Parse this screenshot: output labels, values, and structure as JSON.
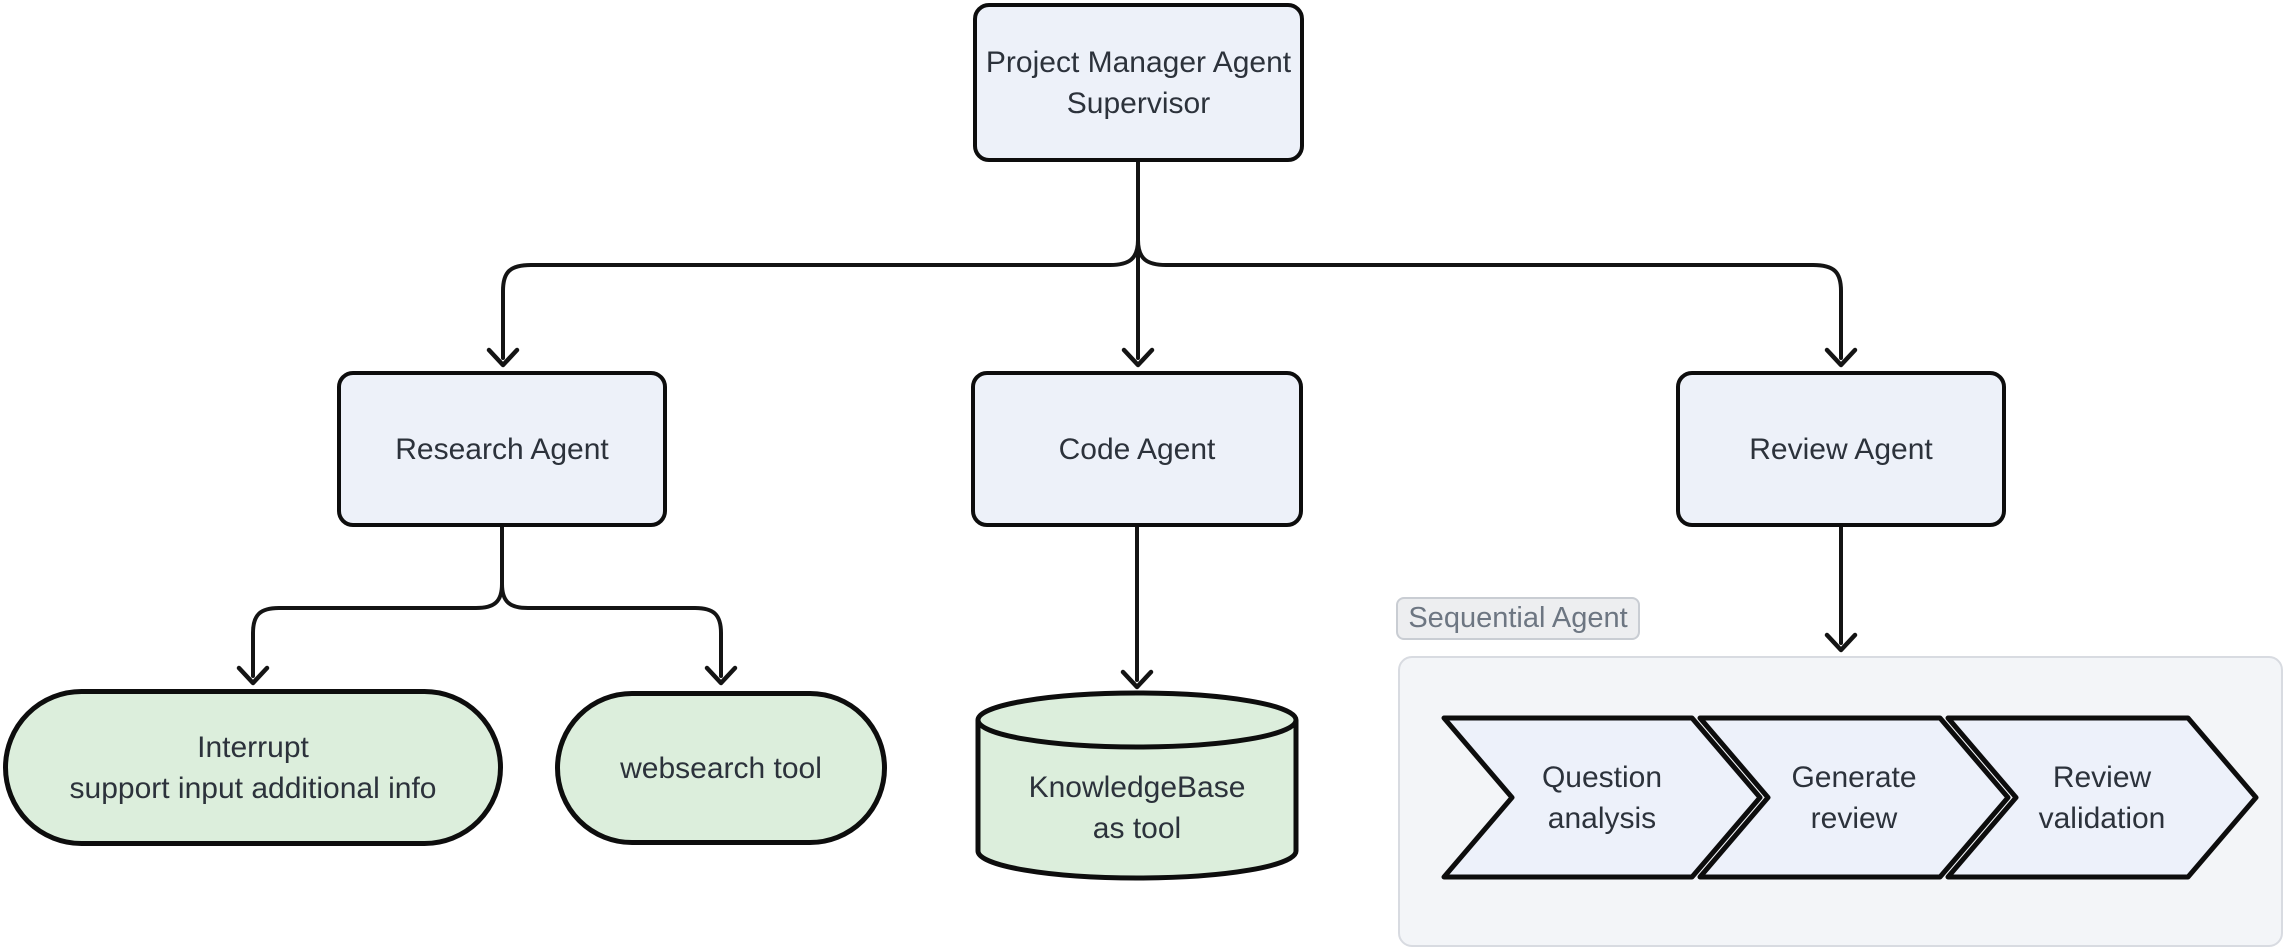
{
  "diagram": {
    "supervisor": {
      "line1": "Project Manager Agent",
      "line2": "Supervisor"
    },
    "research": {
      "label": "Research Agent"
    },
    "code": {
      "label": "Code Agent"
    },
    "review": {
      "label": "Review Agent"
    },
    "interrupt": {
      "line1": "Interrupt",
      "line2": "support input additional info"
    },
    "websearch": {
      "label": "websearch tool"
    },
    "knowledgebase": {
      "line1": "KnowledgeBase",
      "line2": "as tool"
    },
    "sequential": {
      "tag": "Sequential Agent",
      "steps": [
        {
          "line1": "Question",
          "line2": "analysis"
        },
        {
          "line1": "Generate",
          "line2": "review"
        },
        {
          "line1": "Review",
          "line2": "validation"
        }
      ]
    },
    "colors": {
      "agent_fill": "#EDF1F9",
      "tool_fill": "#DCEEDC",
      "step_fill": "#EDF1FA",
      "container_fill": "#F3F5F8",
      "container_border": "#D8DBE1",
      "tag_fill": "#EDEEF0",
      "tag_border": "#C9CDD3",
      "tag_text": "#6D7682",
      "node_border": "#0D0D0D",
      "edge": "#141414",
      "text": "#2C323B",
      "background": "#FFFFFF"
    }
  }
}
